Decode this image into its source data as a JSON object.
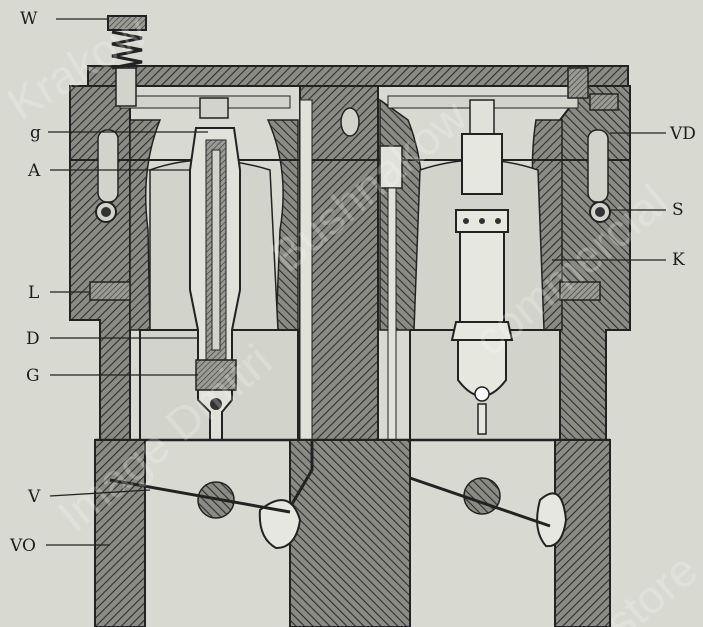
{
  "labels": {
    "W": "W",
    "g": "g",
    "A": "A",
    "L": "L",
    "D": "D",
    "G": "G",
    "V": "V",
    "VO": "VO",
    "VD": "VD",
    "S": "S",
    "K": "K"
  },
  "watermark": {
    "line1": "Krakow",
    "line2": "Bushnakow",
    "line3": "commercial",
    "line4": "Image Dmitri",
    "line5": "store"
  },
  "colors": {
    "background": "#d8d9d0",
    "ink": "#2a2a2a",
    "hatch_fill": "#6e6f6a",
    "light_fill": "#e6e7df"
  }
}
